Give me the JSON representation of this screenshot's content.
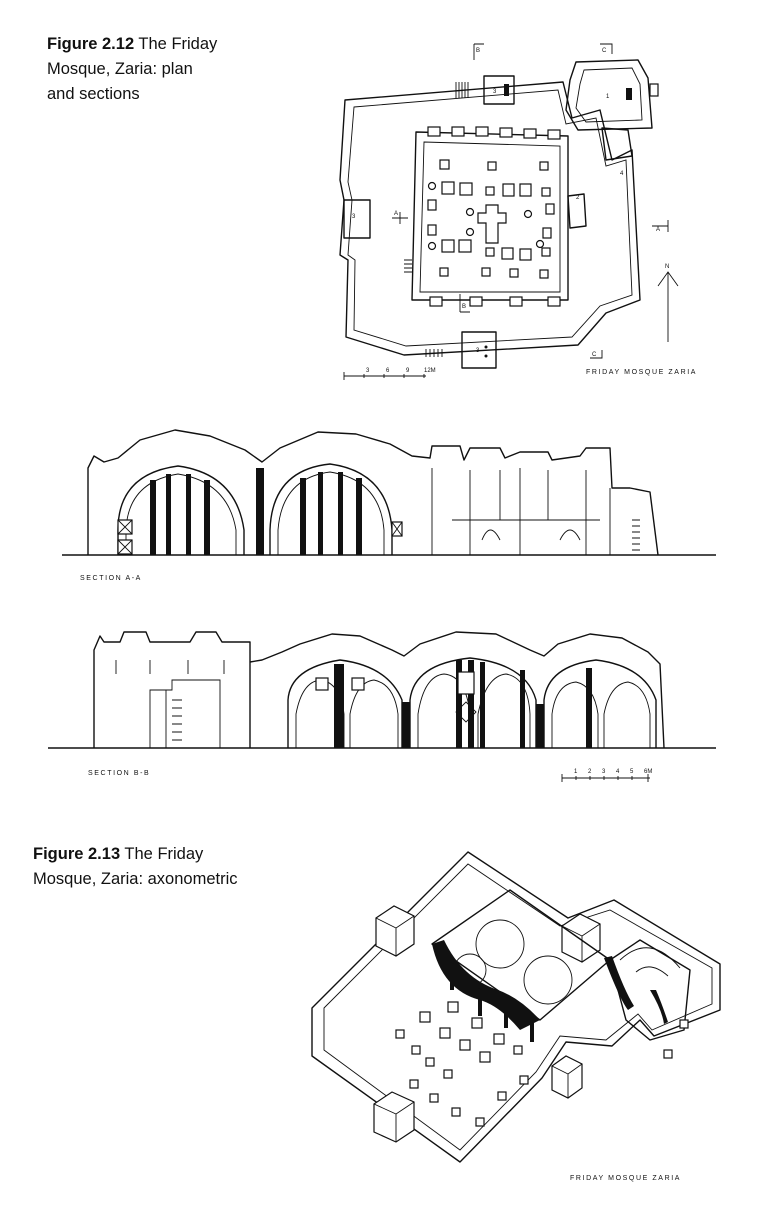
{
  "figure_12": {
    "number": "Figure 2.12",
    "caption_line1": "The Friday",
    "caption_line2": "Mosque, Zaria: plan",
    "caption_line3": "and sections",
    "plan_title": "FRIDAY MOSQUE ZARIA",
    "north_label": "N",
    "plan_scale": [
      "3",
      "6",
      "9",
      "12M"
    ],
    "room_labels": [
      "1",
      "2",
      "3",
      "3",
      "3",
      "4"
    ],
    "section_markers": [
      "A",
      "A",
      "B",
      "B",
      "C",
      "C"
    ],
    "section_a_label": "SECTION A-A",
    "section_b_label": "SECTION B-B",
    "section_scale": [
      "1",
      "2",
      "3",
      "4",
      "5",
      "6M"
    ]
  },
  "figure_13": {
    "number": "Figure 2.13",
    "caption_line1": "The Friday",
    "caption_line2": "Mosque, Zaria: axonometric",
    "drawing_title": "FRIDAY MOSQUE ZARIA"
  }
}
